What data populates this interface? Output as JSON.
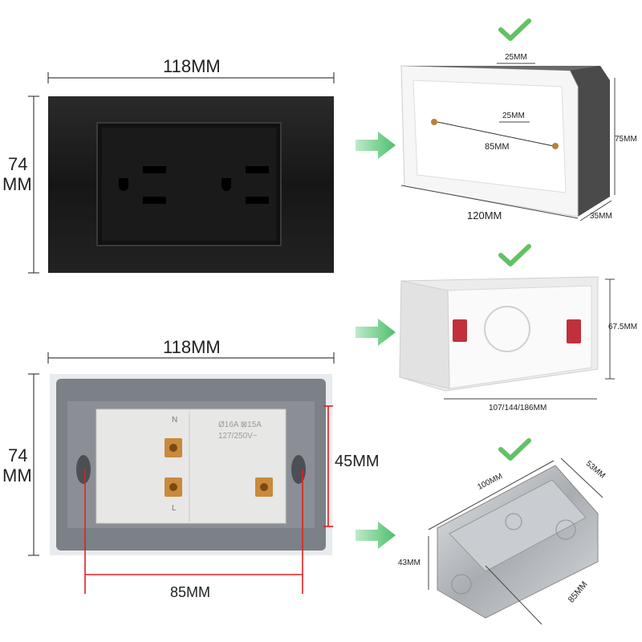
{
  "front": {
    "width_label": "118MM",
    "height_label_line1": "74",
    "height_label_line2": "MM"
  },
  "back": {
    "width_label": "118MM",
    "height_label_line1": "74",
    "height_label_line2": "MM",
    "hole_vertical_label": "45MM",
    "hole_horizontal_label": "85MM",
    "module_marks": {
      "neutral": "N",
      "line": "L",
      "rating": "Ø16A  ⊠15A",
      "voltage": "127/250V~"
    }
  },
  "boxes": [
    {
      "top_hole_label": "25MM",
      "inner_hole_label": "25MM",
      "screw_spacing_label": "85MM",
      "width_label": "120MM",
      "height_label": "75MM",
      "depth_label": "35MM"
    },
    {
      "height_label": "67.5MM",
      "width_label": "107/144/186MM"
    },
    {
      "width_label": "100MM",
      "depth_label": "53MM",
      "height_label": "43MM",
      "length_label": "85MM"
    }
  ],
  "colors": {
    "check": "#63c163",
    "arrow": "#6fcf86",
    "plate": "#1c1c1c",
    "red_line": "#e02020"
  }
}
